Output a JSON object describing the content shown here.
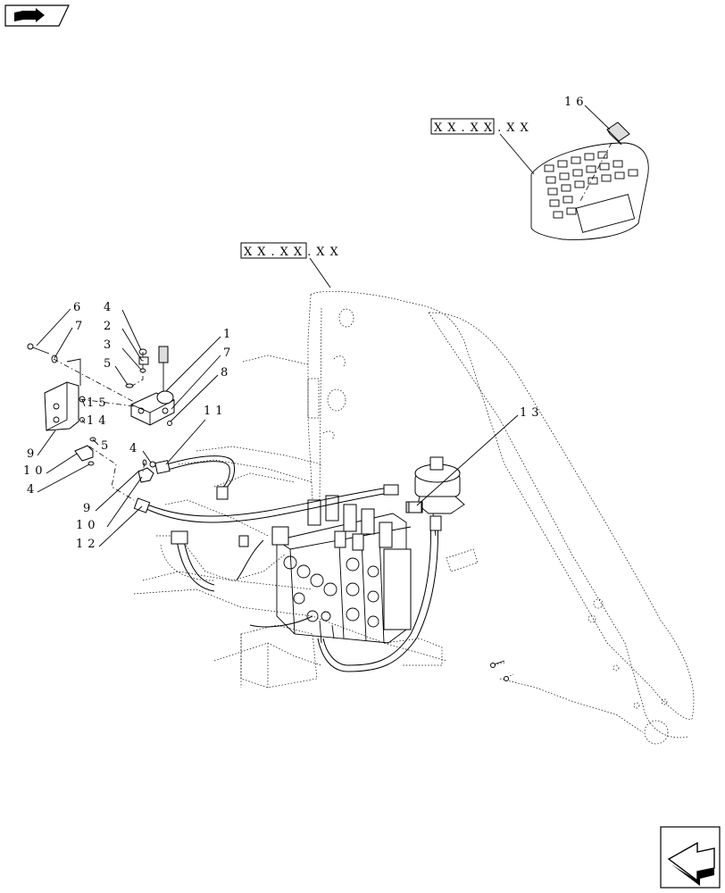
{
  "references": {
    "ref_top": "XX.XX.XX",
    "ref_mid": "XX.XX.XX"
  },
  "callouts": {
    "c1": "1",
    "c2": "2",
    "c3": "3",
    "c4a": "4",
    "c4b": "4",
    "c4c": "4",
    "c5a": "5",
    "c5b": "5",
    "c6": "6",
    "c7a": "7",
    "c7b": "7",
    "c8": "8",
    "c9a": "9",
    "c9b": "9",
    "c10a": "10",
    "c10b": "10",
    "c11": "11",
    "c12": "12",
    "c13": "13",
    "c14": "14",
    "c15": "15",
    "c16": "16"
  },
  "icons": {
    "top_left": "book-arrow-icon",
    "bottom_right": "next-page-arrow-icon"
  }
}
